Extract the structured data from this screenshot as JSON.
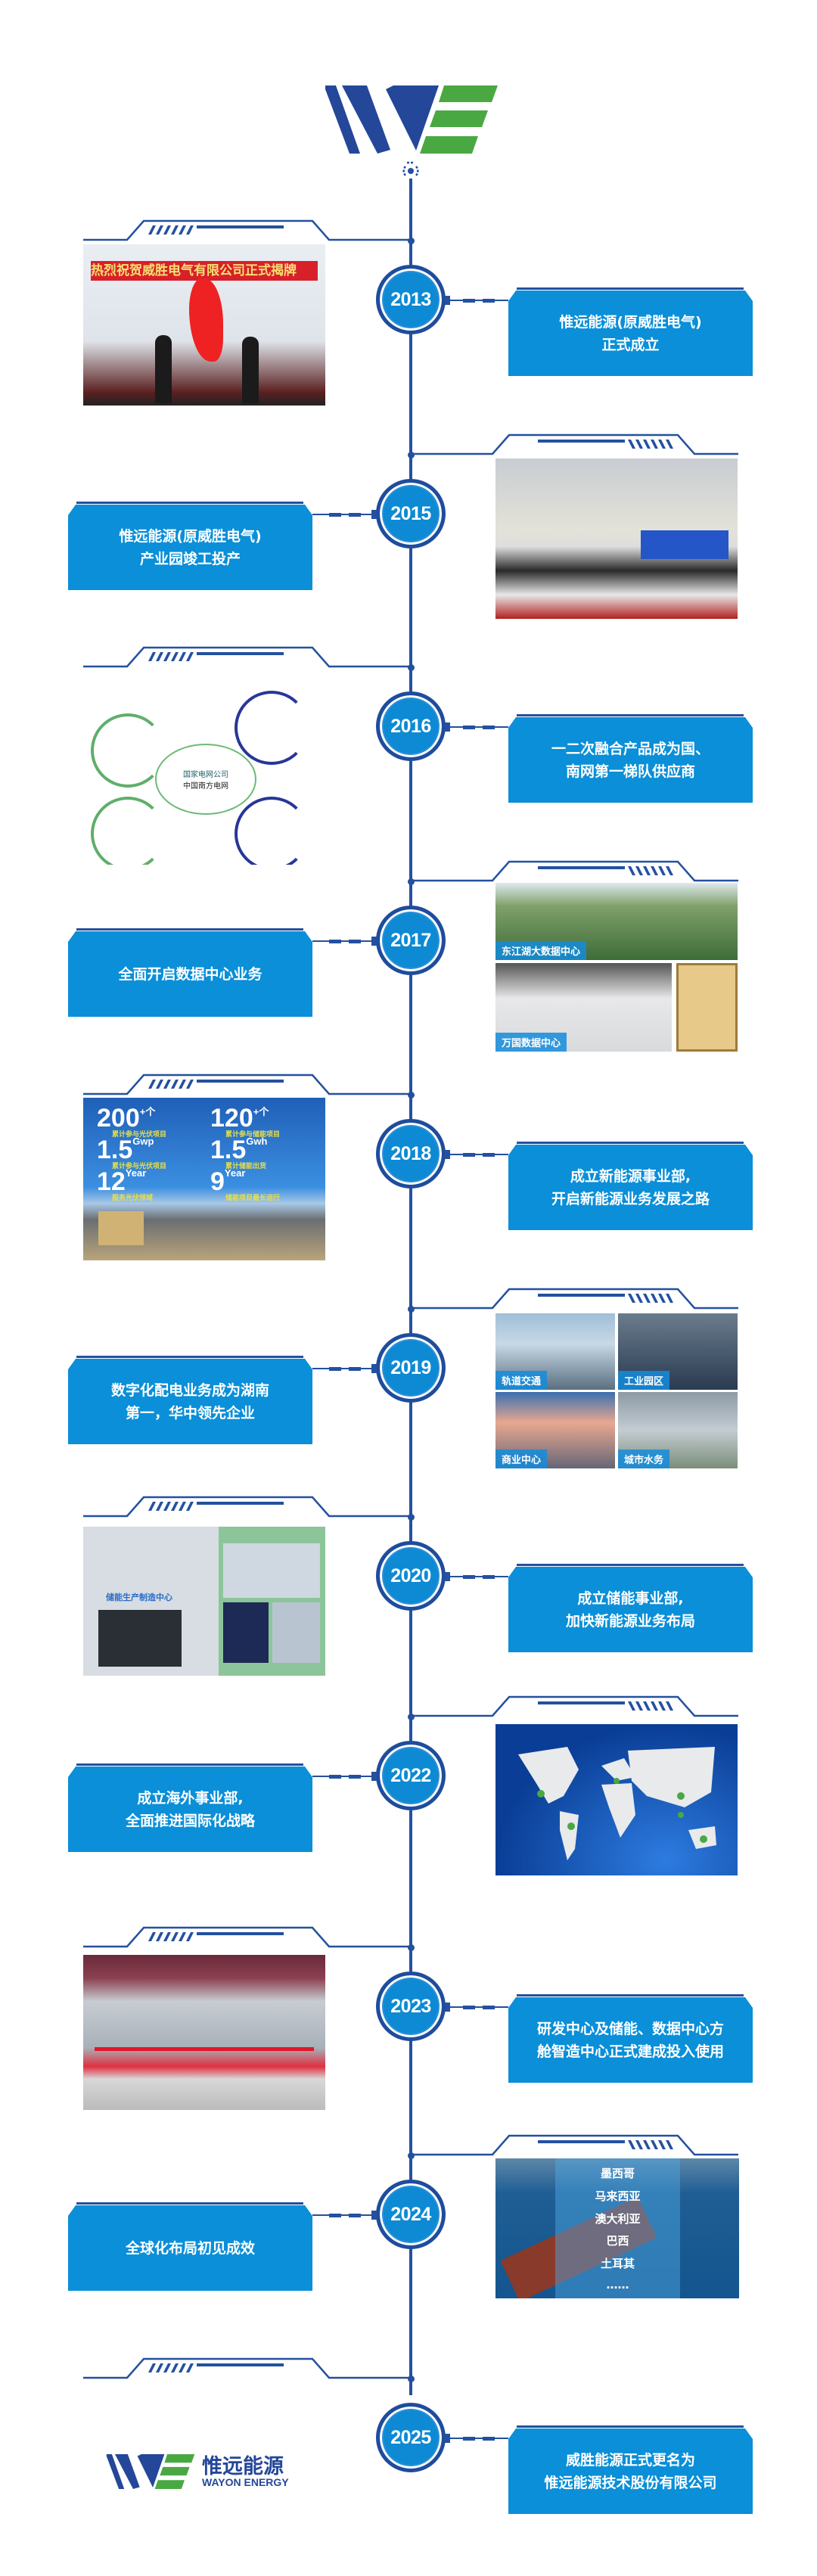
{
  "brand": {
    "name_cn": "惟远能源",
    "name_en": "WAYON ENERGY",
    "colors": {
      "blue": "#24509f",
      "green": "#4aa843",
      "box": "#0a8fd8"
    }
  },
  "timeline": [
    {
      "year": "2013",
      "lines": [
        "惟远能源(原威胜电气)",
        "正式成立"
      ],
      "side": "right-box",
      "image": {
        "kind": "ceremony",
        "banner": "热烈祝贺威胜电气有限公司正式揭牌"
      }
    },
    {
      "year": "2015",
      "lines": [
        "惟远能源(原威胜电气)",
        "产业园竣工投产"
      ],
      "side": "left-box",
      "image": {
        "kind": "hall"
      }
    },
    {
      "year": "2016",
      "lines": [
        "一二次融合产品成为国、",
        "南网第一梯队供应商"
      ],
      "side": "right-box",
      "image": {
        "kind": "products",
        "logos": [
          "国家电网公司",
          "中国南方电网"
        ]
      }
    },
    {
      "year": "2017",
      "lines": [
        "全面开启数据中心业务"
      ],
      "side": "left-box",
      "image": {
        "kind": "datacenter",
        "labels": [
          "东江湖大数据中心",
          "万国数据中心"
        ]
      }
    },
    {
      "year": "2018",
      "lines": [
        "成立新能源事业部,",
        "开启新能源业务发展之路"
      ],
      "side": "right-box",
      "image": {
        "kind": "stats",
        "stats": [
          {
            "num": "200",
            "unit": "+个",
            "desc": "累计参与光伏项目"
          },
          {
            "num": "120",
            "unit": "+个",
            "desc": "累计参与储能项目"
          },
          {
            "num": "1.5",
            "unit": "Gwp",
            "desc": "累计参与光伏项目"
          },
          {
            "num": "1.5",
            "unit": "Gwh",
            "desc": "累计储能出货"
          },
          {
            "num": "12",
            "unit": "Year",
            "desc": "服务光伏领域"
          },
          {
            "num": "9",
            "unit": "Year",
            "desc": "储能项目最长运行"
          }
        ]
      }
    },
    {
      "year": "2019",
      "lines": [
        "数字化配电业务成为湖南",
        "第一，华中领先企业"
      ],
      "side": "left-box",
      "image": {
        "kind": "grid",
        "labels": [
          "轨道交通",
          "工业园区",
          "商业中心",
          "城市水务"
        ]
      }
    },
    {
      "year": "2020",
      "lines": [
        "成立储能事业部,",
        "加快新能源业务布局"
      ],
      "side": "right-box",
      "image": {
        "kind": "factory",
        "sign": "储能生产制造中心"
      }
    },
    {
      "year": "2022",
      "lines": [
        "成立海外事业部,",
        "全面推进国际化战略"
      ],
      "side": "left-box",
      "image": {
        "kind": "map"
      }
    },
    {
      "year": "2023",
      "lines": [
        "研发中心及储能、数据中心方",
        "舱智造中心正式建成投入使用"
      ],
      "side": "right-box",
      "image": {
        "kind": "ribbon"
      }
    },
    {
      "year": "2024",
      "lines": [
        "全球化布局初见成效"
      ],
      "side": "left-box",
      "image": {
        "kind": "ship",
        "countries": [
          "墨西哥",
          "马来西亚",
          "澳大利亚",
          "巴西",
          "土耳其",
          "……"
        ]
      }
    },
    {
      "year": "2025",
      "lines": [
        "威胜能源正式更名为",
        "惟远能源技术股份有限公司"
      ],
      "side": "right-box",
      "image": {
        "kind": "logo"
      }
    }
  ]
}
